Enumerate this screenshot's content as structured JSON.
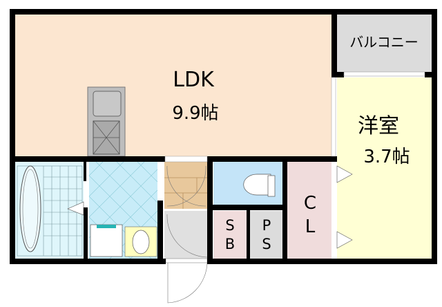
{
  "rooms": {
    "ldk": {
      "name": "LDK",
      "size": "9.9帖"
    },
    "western_room": {
      "name": "洋室",
      "size": "3.7帖"
    },
    "balcony": {
      "name": "バルコニー"
    },
    "closet": {
      "line1": "C",
      "line2": "L"
    },
    "storage_box": {
      "line1": "S",
      "line2": "B"
    },
    "pipe_space": {
      "line1": "P",
      "line2": "S"
    }
  },
  "colors": {
    "wall": "#000000",
    "ldk": "#fce6d0",
    "western_room": "#ffffd4",
    "balcony": "#dcdcdc",
    "bath": "#dff6fb",
    "washroom": "#c8ecf8",
    "toilet": "#c4e4f8",
    "hall": "#e8c89c",
    "entrance": "#e0e0e0",
    "closet": "#f0dcdc",
    "pipe_space": "#dcdcdc"
  }
}
